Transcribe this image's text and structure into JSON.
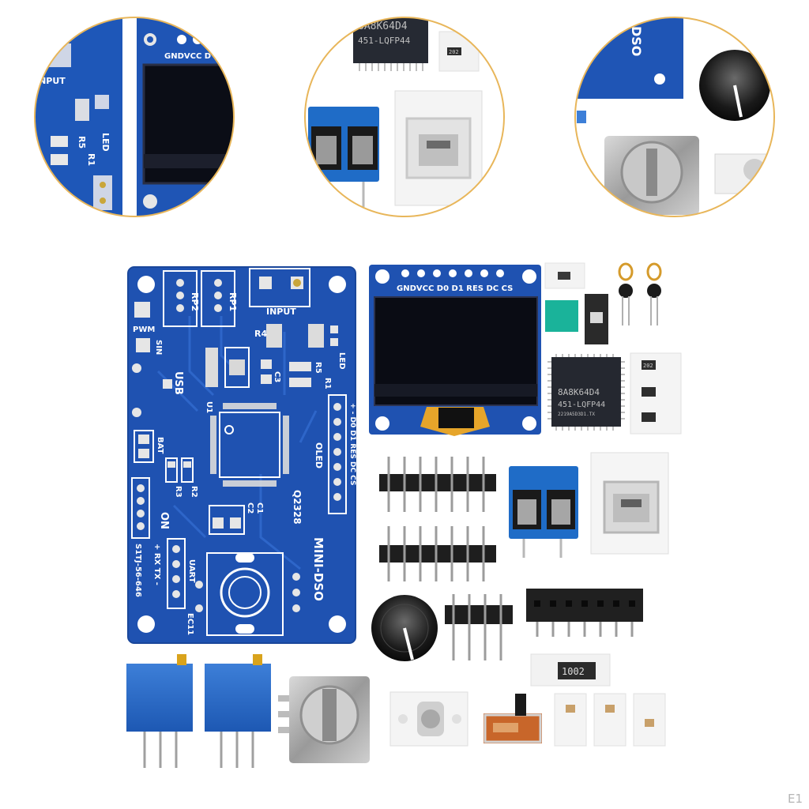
{
  "zoom_circles": {
    "left": {
      "labels": {
        "input": "INPUT",
        "gndvcc": "GNDVCC D",
        "led": "LED",
        "r5": "R5",
        "r1": "R1"
      }
    },
    "middle": {
      "chip_line1": "8A8K64D4",
      "chip_line2": "451-LQFP44",
      "smd": "202"
    },
    "right": {
      "dso": "DSO"
    }
  },
  "pcb": {
    "labels": {
      "rp2": "RP2",
      "rp1": "RP1",
      "input": "INPUT",
      "pwm": "PWM",
      "sin": "SIN",
      "usb": "USB",
      "r4": "R4",
      "c3": "C3",
      "led": "LED",
      "r5": "R5",
      "r1": "R1",
      "u1": "U1",
      "bat": "BAT",
      "oled": "OLED",
      "oled_pins": "+ - D0 D1 RES DC CS",
      "r3": "R3",
      "r2": "R2",
      "c2": "C2",
      "c1": "C1",
      "on": "ON",
      "code": "Q2328",
      "uart": "UART",
      "uart_pins": "+ RX TX -",
      "title": "MINI-DSO",
      "s1": "S1TJ-56-646",
      "ec11": "EC11"
    }
  },
  "oled": {
    "pin_labels": "GNDVCC D0  D1 RES DC  CS"
  },
  "mcu": {
    "line1": "8A8K64D4",
    "line2": "451-LQFP44",
    "line3": "2219A5D3D1.TX"
  },
  "smd_tape": {
    "code": "202"
  },
  "resistor": {
    "code": "1002"
  },
  "watermark": "E1"
}
